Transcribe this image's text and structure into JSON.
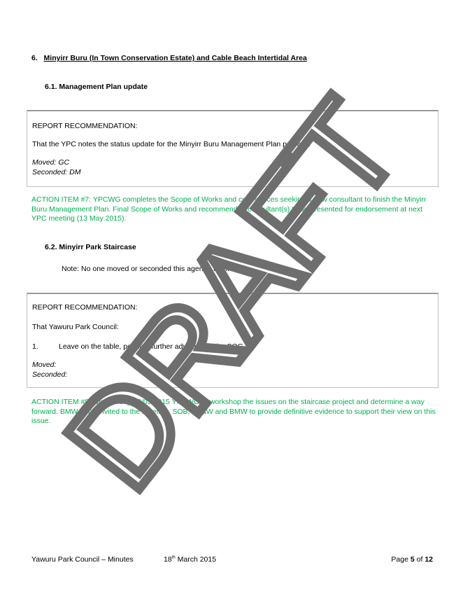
{
  "section": {
    "number": "6.",
    "title": "Minyirr Buru (In Town Conservation Estate) and Cable Beach Intertidal Area"
  },
  "sub1": {
    "title": "6.1. Management Plan update",
    "box": {
      "heading": "REPORT RECOMMENDATION:",
      "text": "That the YPC notes the status update for the Minyirr Buru Management Plan process.",
      "moved": "Moved: GC",
      "seconded": "Seconded: DM"
    },
    "action": "ACTION ITEM #7: YPCWG completes the Scope of Works and commences seeking a new consultant to finish the Minyirr Buru Management Plan. Final Scope of Works and recommended consultant(s) to be presented for endorsement at next YPC meeting (13 May 2015)."
  },
  "sub2": {
    "title": "6.2. Minyirr Park Staircase",
    "note": "Note: No one moved or seconded this agenda item.",
    "box": {
      "heading": "REPORT RECOMMENDATION:",
      "text": "That Yawuru Park Council:",
      "item_num": "1.",
      "item_text": "Leave on the table, pending further advice from the SOG.",
      "moved": "Moved:",
      "seconded": "Seconded:"
    },
    "action": "ACTION ITEM #8: On Monday 23/03/2015 YPCWG to workshop the issues on the staircase project and determine a way forward. BMW to be invited to the meeting. SOB, DPaW and BMW to provide definitive evidence to support their view on this issue."
  },
  "footer": {
    "left": "Yawuru Park Council – Minutes",
    "date_day": "18",
    "date_sup": "th",
    "date_rest": " March 2015",
    "page_prefix": "Page ",
    "page_num": "5",
    "page_mid": " of ",
    "page_total": "12"
  },
  "watermark": "DRAFT",
  "colors": {
    "action": "#00b050",
    "watermark": "#6e6e6e"
  }
}
